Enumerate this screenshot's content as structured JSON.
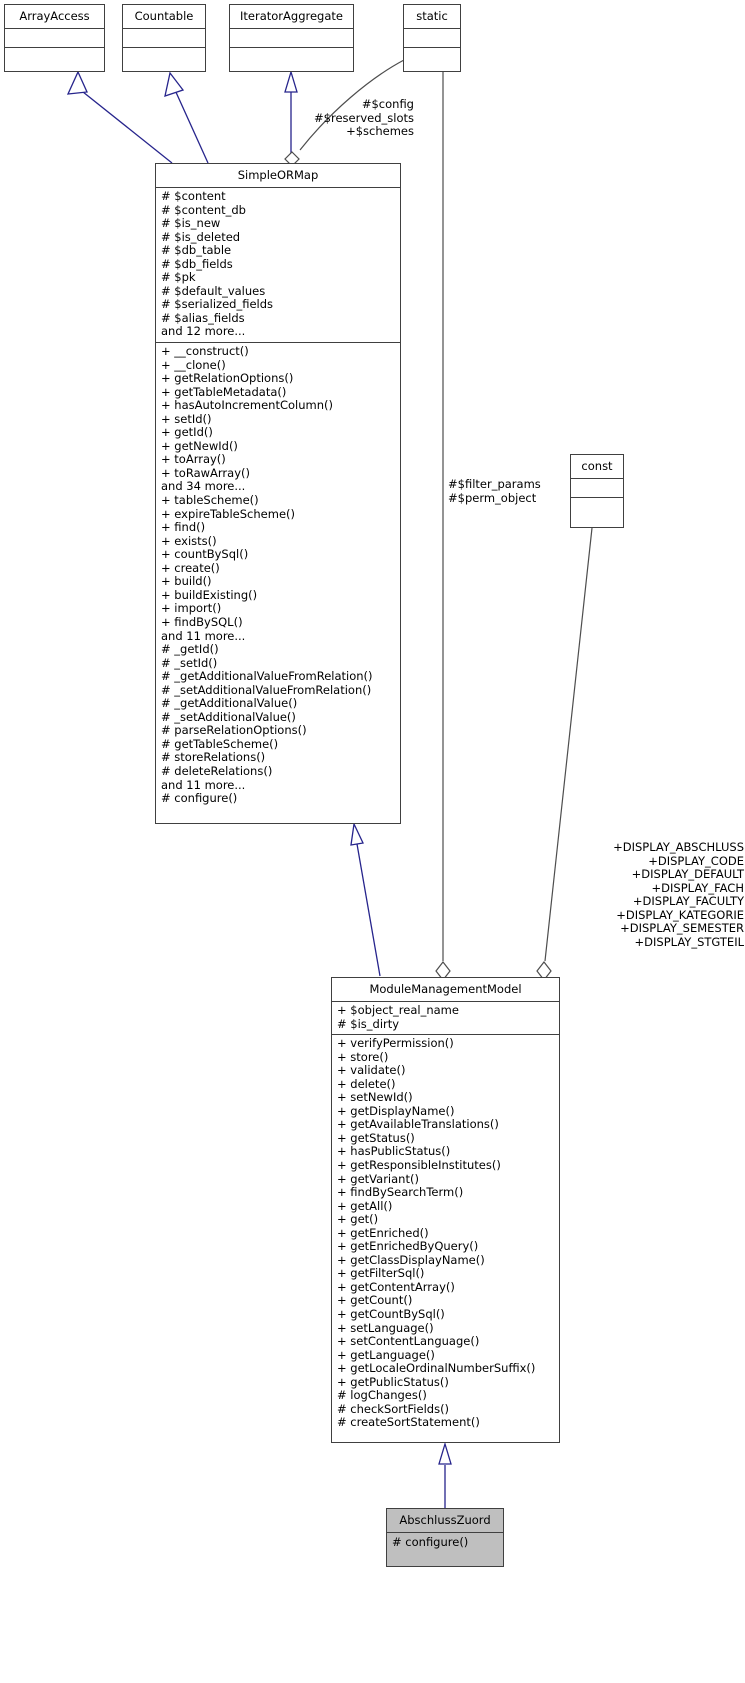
{
  "diagram": {
    "type": "uml-class-inheritance-diagram",
    "title": "AbschlussZuord class inheritance diagram",
    "colors": {
      "inheritance_arrow": "#26248c",
      "association_line": "#4d4d4d",
      "node_border": "#404040",
      "node_fill": "#ffffff",
      "highlight_fill": "#bfbfbf"
    }
  },
  "nodes": {
    "array_access": {
      "name": "ArrayAccess",
      "attributes": [],
      "methods": []
    },
    "countable": {
      "name": "Countable",
      "attributes": [],
      "methods": []
    },
    "iterator_aggregate": {
      "name": "IteratorAggregate",
      "attributes": [],
      "methods": []
    },
    "static": {
      "name": "static",
      "attributes": [],
      "methods": []
    },
    "const": {
      "name": "const",
      "attributes": [],
      "methods": []
    },
    "simple_ormap": {
      "name": "SimpleORMap",
      "attributes": [
        "# $content",
        "# $content_db",
        "# $is_new",
        "# $is_deleted",
        "# $db_table",
        "# $db_fields",
        "# $pk",
        "# $default_values",
        "# $serialized_fields",
        "# $alias_fields",
        "and 12 more..."
      ],
      "methods": [
        "+ __construct()",
        "+ __clone()",
        "+ getRelationOptions()",
        "+ getTableMetadata()",
        "+ hasAutoIncrementColumn()",
        "+ setId()",
        "+ getId()",
        "+ getNewId()",
        "+ toArray()",
        "+ toRawArray()",
        "and 34 more...",
        "+ tableScheme()",
        "+ expireTableScheme()",
        "+ find()",
        "+ exists()",
        "+ countBySql()",
        "+ create()",
        "+ build()",
        "+ buildExisting()",
        "+ import()",
        "+ findBySQL()",
        "and 11 more...",
        "# _getId()",
        "# _setId()",
        "# _getAdditionalValueFromRelation()",
        "# _setAdditionalValueFromRelation()",
        "# _getAdditionalValue()",
        "# _setAdditionalValue()",
        "# parseRelationOptions()",
        "# getTableScheme()",
        "# storeRelations()",
        "# deleteRelations()",
        "and 11 more...",
        "# configure()"
      ]
    },
    "module_management_model": {
      "name": "ModuleManagementModel",
      "attributes": [
        "+ $object_real_name",
        "# $is_dirty"
      ],
      "methods": [
        "+ verifyPermission()",
        "+ store()",
        "+ validate()",
        "+ delete()",
        "+ setNewId()",
        "+ getDisplayName()",
        "+ getAvailableTranslations()",
        "+ getStatus()",
        "+ hasPublicStatus()",
        "+ getResponsibleInstitutes()",
        "+ getVariant()",
        "+ findBySearchTerm()",
        "+ getAll()",
        "+ get()",
        "+ getEnriched()",
        "+ getEnrichedByQuery()",
        "+ getClassDisplayName()",
        "+ getFilterSql()",
        "+ getContentArray()",
        "+ getCount()",
        "+ getCountBySql()",
        "+ setLanguage()",
        "+ setContentLanguage()",
        "+ getLanguage()",
        "+ getLocaleOrdinalNumberSuffix()",
        "+ getPublicStatus()",
        "# logChanges()",
        "# checkSortFields()",
        "# createSortStatement()"
      ]
    },
    "abschluss_zuord": {
      "name": "AbschlussZuord",
      "attributes": [],
      "methods": [
        "# configure()"
      ]
    }
  },
  "edge_labels": {
    "static_to_simple_ormap": "#$config\n#$reserved_slots\n+$schemes",
    "static_to_module_management_model": "#$filter_params\n#$perm_object",
    "const_to_module_management_model": "+DISPLAY_ABSCHLUSS\n+DISPLAY_CODE\n+DISPLAY_DEFAULT\n+DISPLAY_FACH\n+DISPLAY_FACULTY\n+DISPLAY_KATEGORIE\n+DISPLAY_SEMESTER\n+DISPLAY_STGTEIL",
    "static_to_simple_ormap_lines": [
      "#$config",
      "#$reserved_slots",
      "+$schemes"
    ],
    "static_to_module_lines": [
      "#$filter_params",
      "#$perm_object"
    ],
    "const_to_module_lines": [
      "+DISPLAY_ABSCHLUSS",
      "+DISPLAY_CODE",
      "+DISPLAY_DEFAULT",
      "+DISPLAY_FACH",
      "+DISPLAY_FACULTY",
      "+DISPLAY_KATEGORIE",
      "+DISPLAY_SEMESTER",
      "+DISPLAY_STGTEIL"
    ]
  }
}
